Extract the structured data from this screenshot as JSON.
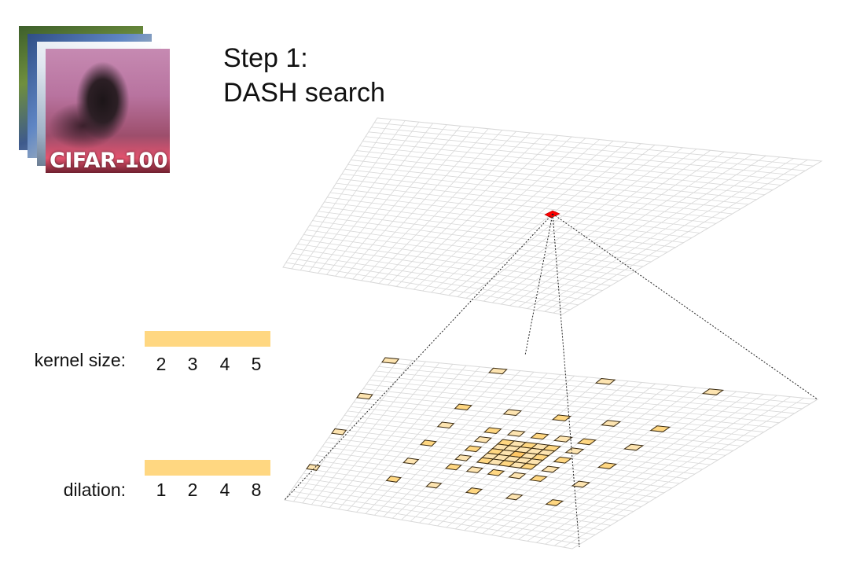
{
  "title": {
    "line1": "Step 1:",
    "line2": "DASH search"
  },
  "dataset": {
    "label": "CIFAR-100"
  },
  "search_space": {
    "kernel_size": {
      "label": "kernel size:",
      "options": [
        "2",
        "3",
        "4",
        "5"
      ]
    },
    "dilation": {
      "label": "dilation:",
      "options": [
        "1",
        "2",
        "4",
        "8"
      ]
    }
  },
  "colors": {
    "highlight_cell": "#ffd781",
    "output_pixel": "#ff0000",
    "grid_line": "#d8d8d8",
    "param_bar": "#ffd781"
  }
}
